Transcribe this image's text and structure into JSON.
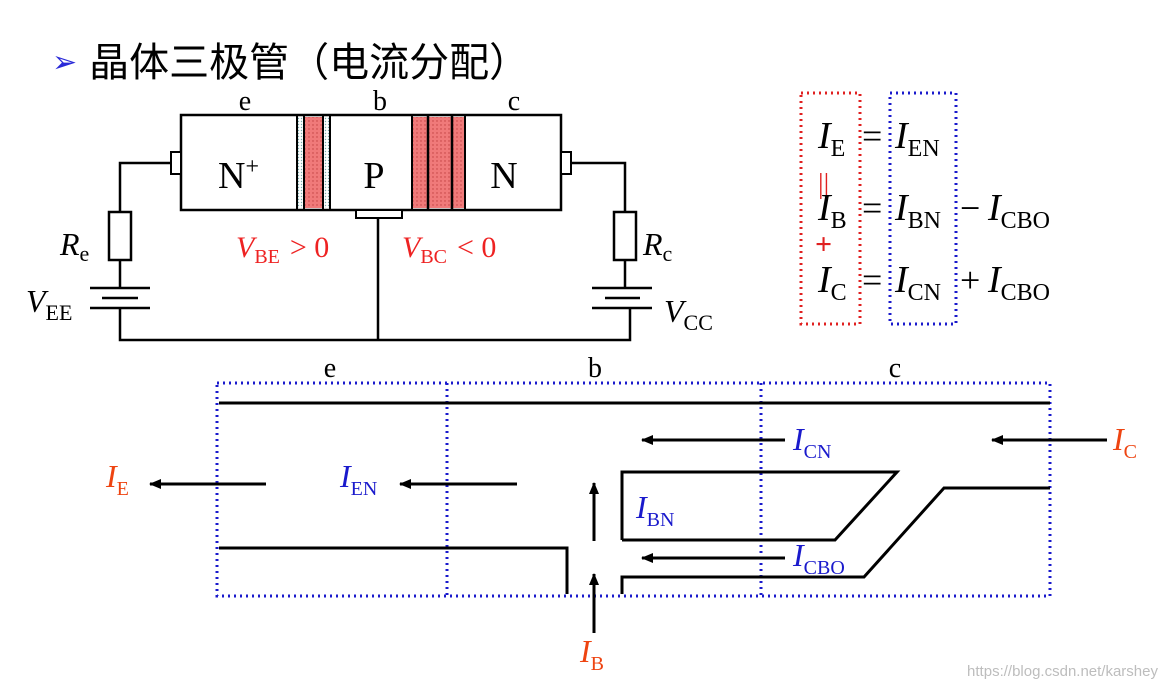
{
  "title": "晶体三极管（电流分配）",
  "title_bullet": "➢",
  "transistor": {
    "terminal_e": "e",
    "terminal_b": "b",
    "terminal_c": "c",
    "region_emitter": "N",
    "region_emitter_sup": "+",
    "region_base": "P",
    "region_collector": "N",
    "vbe_condition": "> 0",
    "vbc_condition": "< 0"
  },
  "circuit": {
    "r_emitter": {
      "sym": "R",
      "sub": "e"
    },
    "r_collector": {
      "sym": "R",
      "sub": "c"
    },
    "v_emitter": {
      "sym": "V",
      "sub": "EE"
    },
    "v_collector": {
      "sym": "V",
      "sub": "CC"
    },
    "vbe": {
      "sym": "V",
      "sub": "BE"
    },
    "vbc": {
      "sym": "V",
      "sub": "BC"
    }
  },
  "equations": {
    "ie": {
      "sym": "I",
      "sub": "E"
    },
    "ib": {
      "sym": "I",
      "sub": "B"
    },
    "ic": {
      "sym": "I",
      "sub": "C"
    },
    "ien": {
      "sym": "I",
      "sub": "EN"
    },
    "ibn": {
      "sym": "I",
      "sub": "BN"
    },
    "icn": {
      "sym": "I",
      "sub": "CN"
    },
    "icbo": {
      "sym": "I",
      "sub": "CBO"
    },
    "equals": "=",
    "minus": "−",
    "plus": "+",
    "vertical_equals": "||",
    "red_plus": "+"
  },
  "flow": {
    "region_e": "e",
    "region_b": "b",
    "region_c": "c",
    "ie": {
      "sym": "I",
      "sub": "E"
    },
    "ien": {
      "sym": "I",
      "sub": "EN"
    },
    "icn": {
      "sym": "I",
      "sub": "CN"
    },
    "ic": {
      "sym": "I",
      "sub": "C"
    },
    "ibn": {
      "sym": "I",
      "sub": "BN"
    },
    "icbo": {
      "sym": "I",
      "sub": "CBO"
    },
    "ib": {
      "sym": "I",
      "sub": "B"
    }
  },
  "colors": {
    "red_label": "#ee2222",
    "blue_label": "#1a1acc",
    "orange_label": "#ee4411",
    "junction_fill": "#f08080",
    "dotted_red": "#e02020",
    "dotted_blue": "#1a1acc"
  },
  "watermark": "https://blog.csdn.net/karshey"
}
